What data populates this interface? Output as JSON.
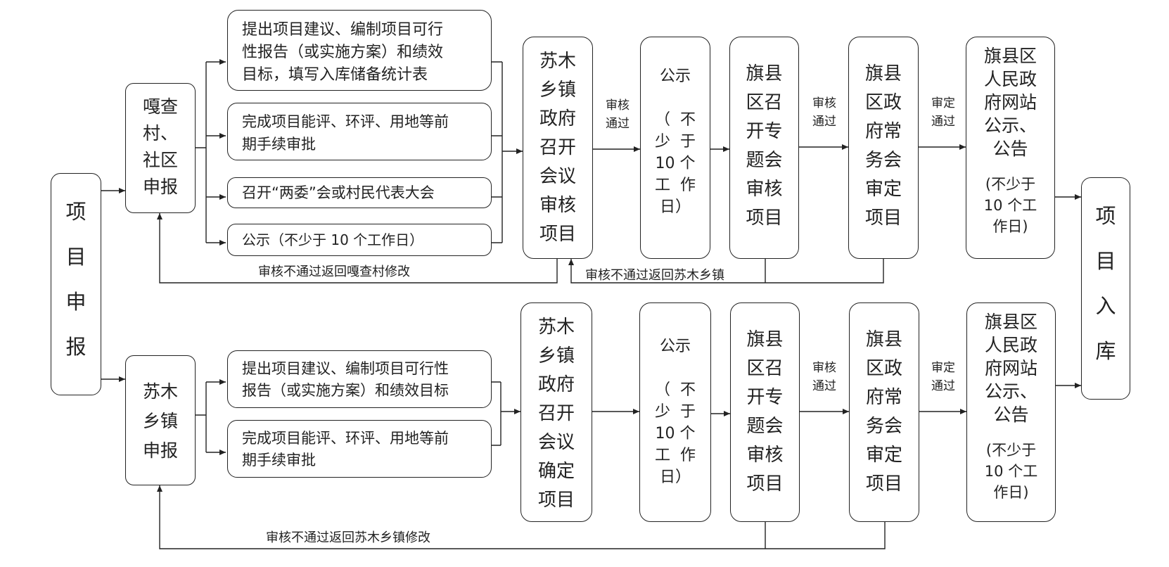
{
  "root": {
    "text": "项\n\n目\n\n申\n\n报"
  },
  "end": {
    "text": "项\n\n目\n\n入\n\n库"
  },
  "top": {
    "source": "嘎查\n村、\n社区\n申报",
    "steps": [
      "提出项目建议、编制项目可行\n性报告（或实施方案）和绩效\n目标，填写入库储备统计表",
      "完成项目能评、环评、用地等前\n期手续审批",
      "召开“两委”会或村民代表大会",
      "公示（不少于 10 个工作日）"
    ],
    "meeting": "苏木\n乡镇\n政府\n召开\n会议\n审核\n项目",
    "label_review1": "审核\n通过",
    "publicity": "公示\n\n（  不\n少  于\n10 个\n工  作\n日）",
    "county_special": "旗县\n区召\n开专\n题会\n审核\n项目",
    "label_review2": "审核\n通过",
    "county_exec": "旗县\n区政\n府常\n务会\n审定\n项目",
    "label_approve": "审定\n通过",
    "website_title": "旗县区\n人民政\n府网站\n公示、\n公告",
    "website_note": "(不少于\n10 个工\n作日)",
    "return_village": "审核不通过返回嘎查村修改",
    "return_township": "审核不通过返回苏木乡镇"
  },
  "bottom": {
    "source": "苏木\n乡镇\n申报",
    "steps": [
      "提出项目建议、编制项目可行性\n报告（或实施方案）和绩效目标",
      "完成项目能评、环评、用地等前\n期手续审批"
    ],
    "meeting": "苏木\n乡镇\n政府\n召开\n会议\n确定\n项目",
    "publicity": "公示\n\n（  不\n少  于\n10 个\n工  作\n日）",
    "county_special": "旗县\n区召\n开专\n题会\n审核\n项目",
    "label_review": "审核\n通过",
    "county_exec": "旗县\n区政\n府常\n务会\n审定\n项目",
    "label_approve": "审定\n通过",
    "website_title": "旗县区\n人民政\n府网站\n公示、\n公告",
    "website_note": "(不少于\n10 个工\n作日)",
    "return_township": "审核不通过返回苏木乡镇修改"
  },
  "colors": {
    "stroke": "#222222",
    "background": "#ffffff"
  }
}
